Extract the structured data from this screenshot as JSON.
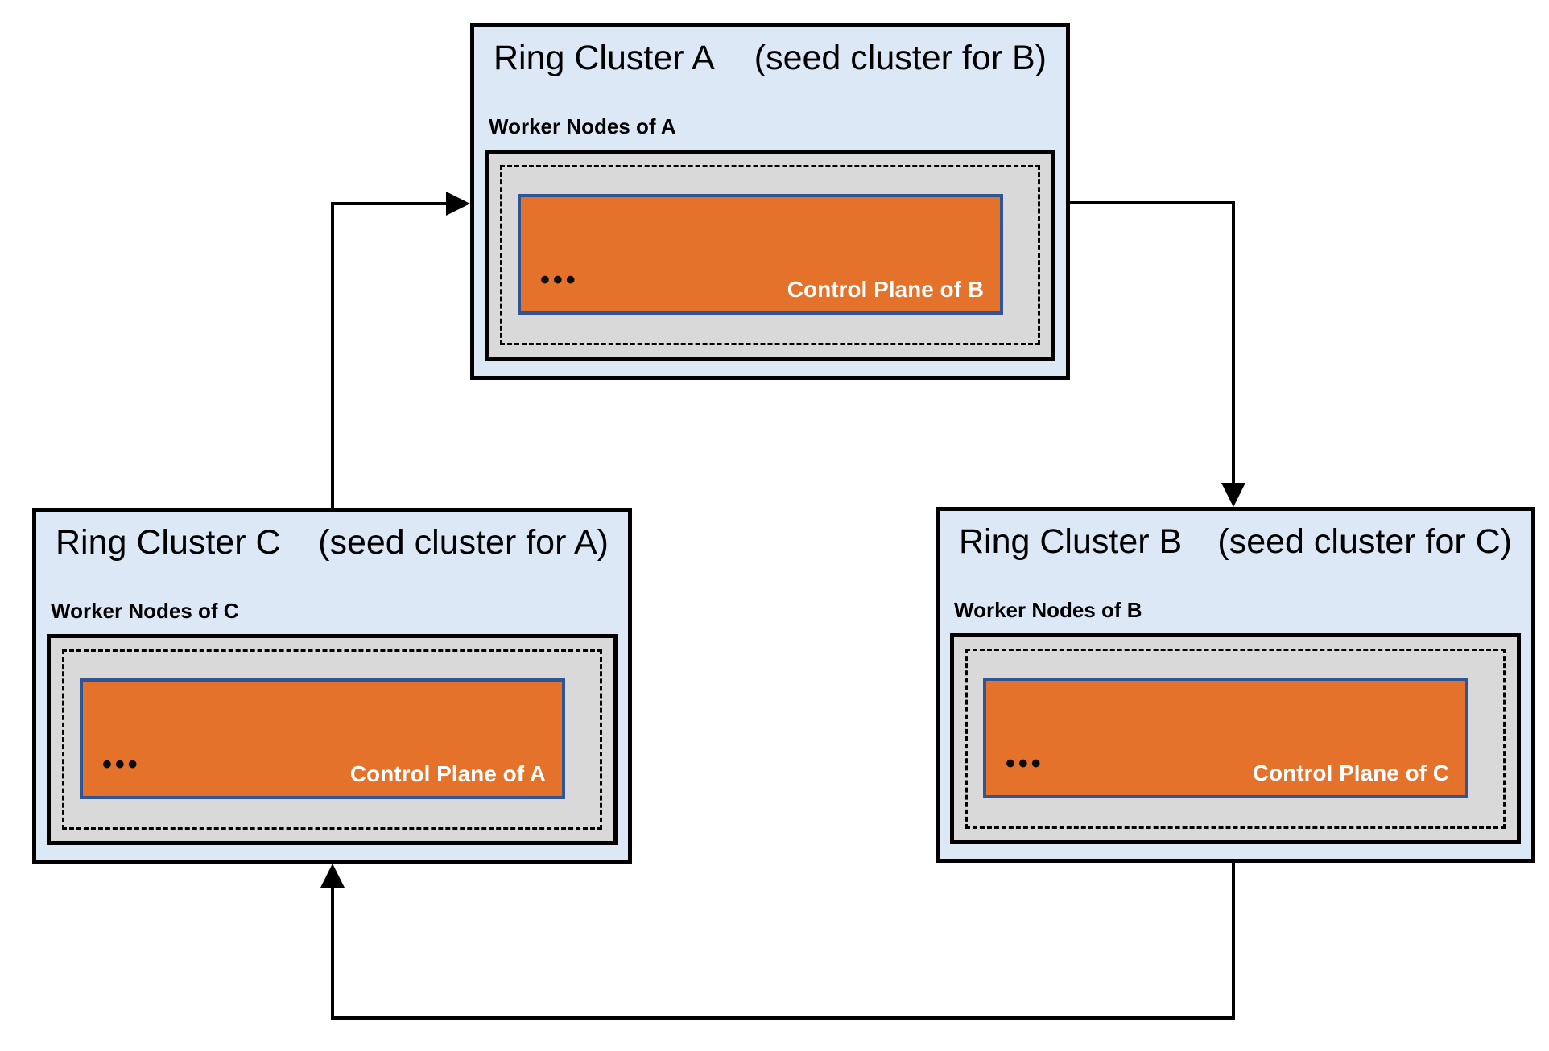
{
  "clusters": {
    "a": {
      "title": "Ring Cluster A",
      "seed_note": "(seed cluster for B)",
      "worker_label": "Worker Nodes of A",
      "ellipsis": "•••",
      "control_plane_label": "Control Plane of B"
    },
    "b": {
      "title": "Ring Cluster B",
      "seed_note": "(seed cluster for C)",
      "worker_label": "Worker Nodes of B",
      "ellipsis": "•••",
      "control_plane_label": "Control Plane of C"
    },
    "c": {
      "title": "Ring Cluster C",
      "seed_note": "(seed cluster for A)",
      "worker_label": "Worker Nodes of C",
      "ellipsis": "•••",
      "control_plane_label": "Control Plane of A"
    }
  },
  "colors": {
    "cluster_fill": "#dce8f5",
    "worker_box_fill": "#d9d9d9",
    "control_plane_fill": "#e5722b",
    "control_plane_border": "#2f5597",
    "border_and_arrows": "#000000",
    "control_label_text": "#ffffff"
  }
}
